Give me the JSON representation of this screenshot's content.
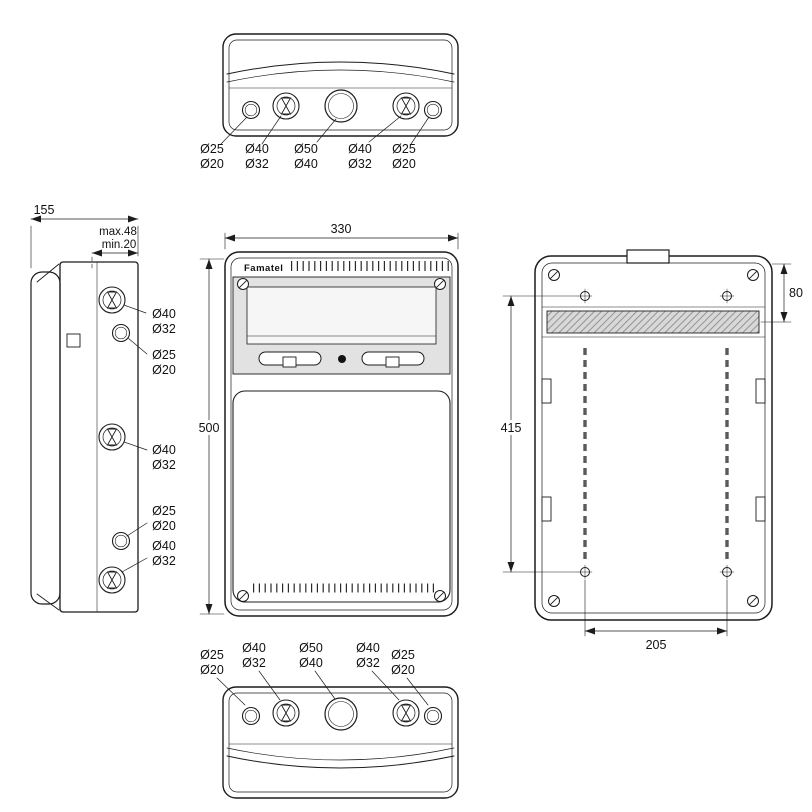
{
  "drawing": {
    "brand": "Famatel",
    "dimensions": {
      "front_width": "330",
      "front_height": "500",
      "side_depth": "155",
      "lid_max": "max.48",
      "lid_min": "min.20",
      "rail_offset": "80",
      "mount_vertical": "415",
      "mount_horizontal": "205"
    },
    "top_view_labels": [
      {
        "l1": "Ø25",
        "l2": "Ø20"
      },
      {
        "l1": "Ø40",
        "l2": "Ø32"
      },
      {
        "l1": "Ø50",
        "l2": "Ø40"
      },
      {
        "l1": "Ø40",
        "l2": "Ø32"
      },
      {
        "l1": "Ø25",
        "l2": "Ø20"
      }
    ],
    "side_view_labels": [
      {
        "l1": "Ø40",
        "l2": "Ø32"
      },
      {
        "l1": "Ø25",
        "l2": "Ø20"
      },
      {
        "l1": "Ø40",
        "l2": "Ø32"
      },
      {
        "l1": "Ø25",
        "l2": "Ø20"
      },
      {
        "l1": "Ø40",
        "l2": "Ø32"
      }
    ],
    "bottom_view_labels": [
      {
        "l1": "Ø25",
        "l2": "Ø20"
      },
      {
        "l1": "Ø40",
        "l2": "Ø32"
      },
      {
        "l1": "Ø50",
        "l2": "Ø40"
      },
      {
        "l1": "Ø40",
        "l2": "Ø32"
      },
      {
        "l1": "Ø25",
        "l2": "Ø20"
      }
    ]
  }
}
